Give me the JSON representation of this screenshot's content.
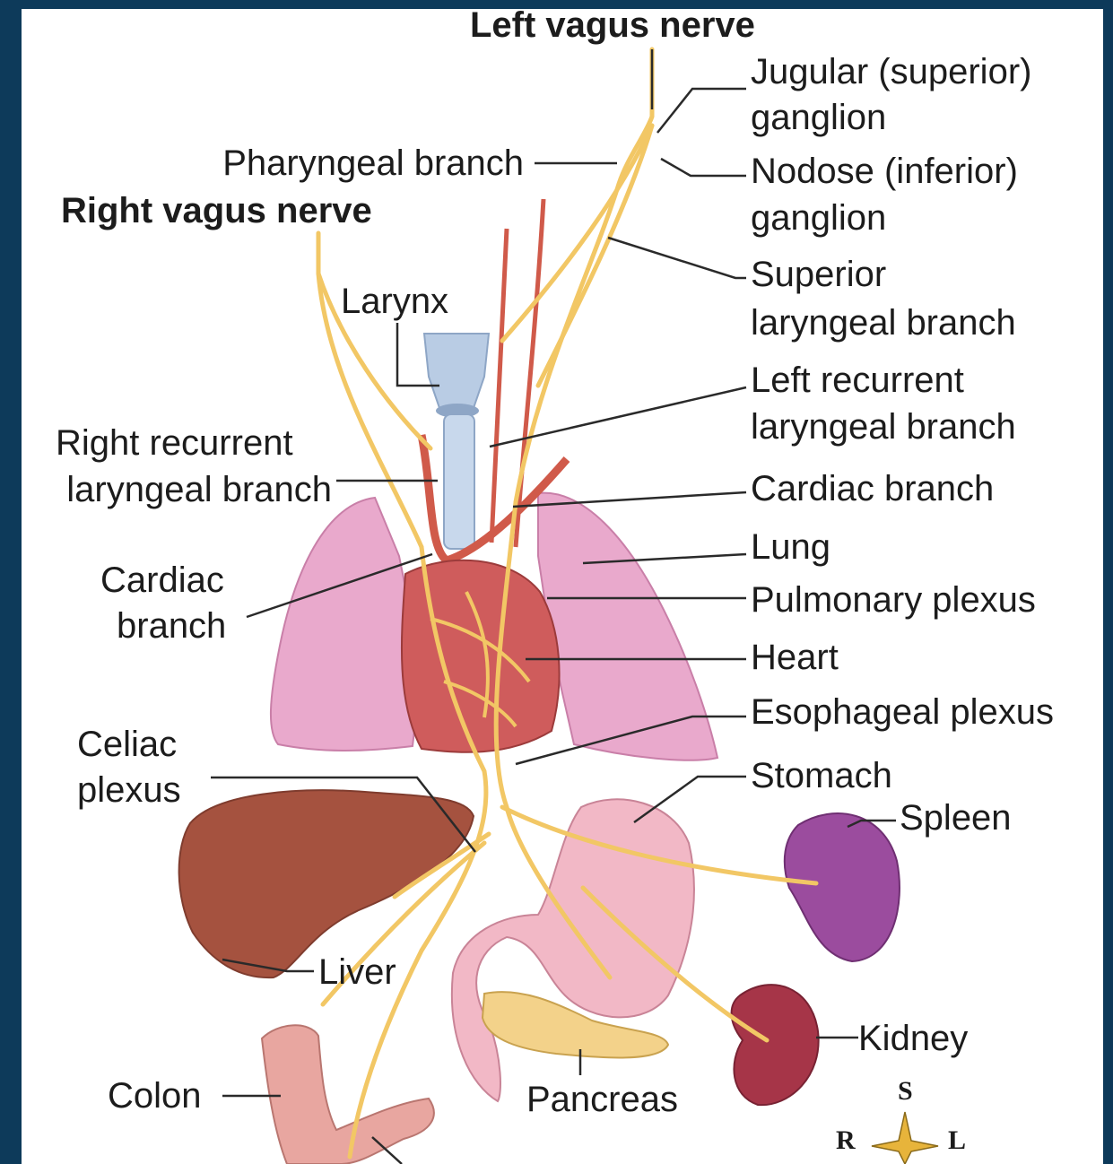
{
  "labels": {
    "left_vagus_nerve": "Left vagus nerve",
    "jugular_ganglion_1": "Jugular (superior)",
    "jugular_ganglion_2": "ganglion",
    "pharyngeal_branch": "Pharyngeal branch",
    "nodose_ganglion_1": "Nodose (inferior)",
    "nodose_ganglion_2": "ganglion",
    "right_vagus_nerve": "Right vagus nerve",
    "superior_laryngeal_1": "Superior",
    "superior_laryngeal_2": "laryngeal branch",
    "larynx": "Larynx",
    "left_recurrent_1": "Left recurrent",
    "left_recurrent_2": "laryngeal branch",
    "right_recurrent_1": "Right recurrent",
    "right_recurrent_2": "laryngeal branch",
    "cardiac_branch_right": "Cardiac branch",
    "lung": "Lung",
    "cardiac_branch_left_1": "Cardiac",
    "cardiac_branch_left_2": "branch",
    "pulmonary_plexus": "Pulmonary plexus",
    "heart": "Heart",
    "esophageal_plexus": "Esophageal plexus",
    "celiac_plexus_1": "Celiac",
    "celiac_plexus_2": "plexus",
    "stomach": "Stomach",
    "spleen": "Spleen",
    "liver": "Liver",
    "kidney": "Kidney",
    "colon": "Colon",
    "pancreas": "Pancreas"
  },
  "compass": {
    "superior": "S",
    "right": "R",
    "left": "L"
  },
  "colors": {
    "background": "#0d3a5a",
    "nerve": "#f2c765",
    "lung": "#e9a9cc",
    "heart": "#cf5c5c",
    "liver": "#a5523f",
    "stomach": "#f2b8c6",
    "spleen": "#9b4c9e",
    "kidney": "#a63548",
    "trachea": "#b9cce4"
  }
}
